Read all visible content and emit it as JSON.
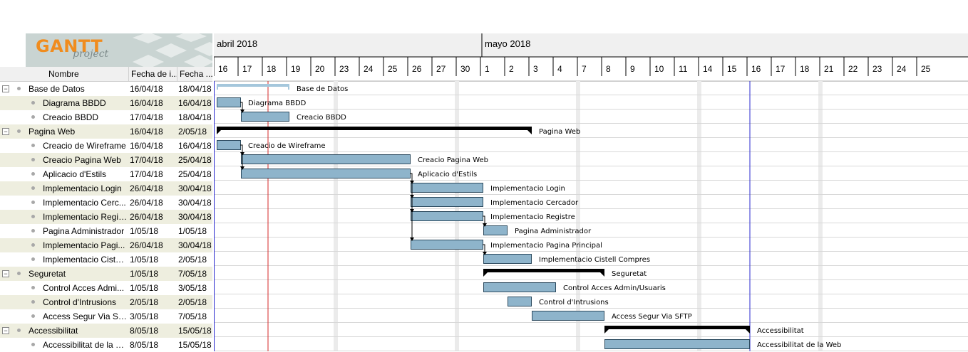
{
  "logo": {
    "text": "GANTT",
    "subtext": "project"
  },
  "columns": {
    "name": "Nombre",
    "start": "Fecha de i...",
    "end": "Fecha ..."
  },
  "timeline": {
    "months": [
      {
        "label": "abril 2018",
        "date": "2018-04-15"
      },
      {
        "label": "mayo 2018",
        "date": "2018-05-01"
      }
    ],
    "day_ticks": [
      {
        "date": "2018-04-16",
        "label": "16"
      },
      {
        "date": "2018-04-17",
        "label": "17"
      },
      {
        "date": "2018-04-18",
        "label": "18"
      },
      {
        "date": "2018-04-19",
        "label": "19"
      },
      {
        "date": "2018-04-20",
        "label": "20"
      },
      {
        "date": "2018-04-23",
        "label": "23"
      },
      {
        "date": "2018-04-24",
        "label": "24"
      },
      {
        "date": "2018-04-25",
        "label": "25"
      },
      {
        "date": "2018-04-26",
        "label": "26"
      },
      {
        "date": "2018-04-27",
        "label": "27"
      },
      {
        "date": "2018-04-30",
        "label": "30"
      },
      {
        "date": "2018-05-01",
        "label": "1"
      },
      {
        "date": "2018-05-02",
        "label": "2"
      },
      {
        "date": "2018-05-03",
        "label": "3"
      },
      {
        "date": "2018-05-04",
        "label": "4"
      },
      {
        "date": "2018-05-07",
        "label": "7"
      },
      {
        "date": "2018-05-08",
        "label": "8"
      },
      {
        "date": "2018-05-09",
        "label": "9"
      },
      {
        "date": "2018-05-10",
        "label": "10"
      },
      {
        "date": "2018-05-11",
        "label": "11"
      },
      {
        "date": "2018-05-14",
        "label": "14"
      },
      {
        "date": "2018-05-15",
        "label": "15"
      },
      {
        "date": "2018-05-16",
        "label": "16"
      },
      {
        "date": "2018-05-17",
        "label": "17"
      },
      {
        "date": "2018-05-18",
        "label": "18"
      },
      {
        "date": "2018-05-21",
        "label": "21"
      },
      {
        "date": "2018-05-22",
        "label": "22"
      },
      {
        "date": "2018-05-23",
        "label": "23"
      },
      {
        "date": "2018-05-24",
        "label": "24"
      },
      {
        "date": "2018-05-25",
        "label": "25"
      }
    ],
    "today": "2018-04-18",
    "project_end": "2018-05-16"
  },
  "tasks": [
    {
      "name": "Base de Datos",
      "start_text": "16/04/18",
      "end_text": "18/04/18",
      "start": "2018-04-16",
      "end": "2018-04-18",
      "summary": true,
      "level": 0,
      "bar_label": "Base de Datos",
      "done": true
    },
    {
      "name": "Diagrama BBDD",
      "start_text": "16/04/18",
      "end_text": "16/04/18",
      "start": "2018-04-16",
      "end": "2018-04-16",
      "summary": false,
      "level": 1,
      "bar_label": "Diagrama BBDD"
    },
    {
      "name": "Creacio BBDD",
      "start_text": "17/04/18",
      "end_text": "18/04/18",
      "start": "2018-04-17",
      "end": "2018-04-18",
      "summary": false,
      "level": 1,
      "bar_label": "Creacio BBDD"
    },
    {
      "name": "Pagina Web",
      "start_text": "16/04/18",
      "end_text": "2/05/18",
      "start": "2018-04-16",
      "end": "2018-05-02",
      "summary": true,
      "level": 0,
      "bar_label": "Pagina Web"
    },
    {
      "name": "Creacio de Wireframe",
      "start_text": "16/04/18",
      "end_text": "16/04/18",
      "start": "2018-04-16",
      "end": "2018-04-16",
      "summary": false,
      "level": 1,
      "bar_label": "Creacio de Wireframe"
    },
    {
      "name": "Creacio Pagina Web",
      "start_text": "17/04/18",
      "end_text": "25/04/18",
      "start": "2018-04-17",
      "end": "2018-04-25",
      "summary": false,
      "level": 1,
      "bar_label": "Creacio Pagina Web"
    },
    {
      "name": "Aplicacio d'Estils",
      "start_text": "17/04/18",
      "end_text": "25/04/18",
      "start": "2018-04-17",
      "end": "2018-04-25",
      "summary": false,
      "level": 1,
      "bar_label": "Aplicacio d'Estils"
    },
    {
      "name": "Implementacio Login",
      "start_text": "26/04/18",
      "end_text": "30/04/18",
      "start": "2018-04-26",
      "end": "2018-04-30",
      "summary": false,
      "level": 1,
      "bar_label": "Implementacio Login"
    },
    {
      "name": "Implementacio Cerc...",
      "start_text": "26/04/18",
      "end_text": "30/04/18",
      "start": "2018-04-26",
      "end": "2018-04-30",
      "summary": false,
      "level": 1,
      "bar_label": "Implementacio Cercador"
    },
    {
      "name": "Implementacio Regis...",
      "start_text": "26/04/18",
      "end_text": "30/04/18",
      "start": "2018-04-26",
      "end": "2018-04-30",
      "summary": false,
      "level": 1,
      "bar_label": "Implementacio Registre"
    },
    {
      "name": "Pagina Administrador",
      "start_text": "1/05/18",
      "end_text": "1/05/18",
      "start": "2018-05-01",
      "end": "2018-05-01",
      "summary": false,
      "level": 1,
      "bar_label": "Pagina Administrador"
    },
    {
      "name": "Implementacio Pagi...",
      "start_text": "26/04/18",
      "end_text": "30/04/18",
      "start": "2018-04-26",
      "end": "2018-04-30",
      "summary": false,
      "level": 1,
      "bar_label": "Implementacio Pagina Principal"
    },
    {
      "name": "Implementacio Cistell...",
      "start_text": "1/05/18",
      "end_text": "2/05/18",
      "start": "2018-05-01",
      "end": "2018-05-02",
      "summary": false,
      "level": 1,
      "bar_label": "Implementacio Cistell Compres"
    },
    {
      "name": "Seguretat",
      "start_text": "1/05/18",
      "end_text": "7/05/18",
      "start": "2018-05-01",
      "end": "2018-05-07",
      "summary": true,
      "level": 0,
      "bar_label": "Seguretat"
    },
    {
      "name": "Control Acces Admi...",
      "start_text": "1/05/18",
      "end_text": "3/05/18",
      "start": "2018-05-01",
      "end": "2018-05-03",
      "summary": false,
      "level": 1,
      "bar_label": "Control Acces Admin/Usuaris"
    },
    {
      "name": "Control d'Intrusions",
      "start_text": "2/05/18",
      "end_text": "2/05/18",
      "start": "2018-05-02",
      "end": "2018-05-02",
      "summary": false,
      "level": 1,
      "bar_label": "Control d'Intrusions"
    },
    {
      "name": "Access Segur Via SFTP",
      "start_text": "3/05/18",
      "end_text": "7/05/18",
      "start": "2018-05-03",
      "end": "2018-05-07",
      "summary": false,
      "level": 1,
      "bar_label": "Access Segur Via SFTP"
    },
    {
      "name": "Accessibilitat",
      "start_text": "8/05/18",
      "end_text": "15/05/18",
      "start": "2018-05-08",
      "end": "2018-05-15",
      "summary": true,
      "level": 0,
      "bar_label": "Accessibilitat"
    },
    {
      "name": "Accessibilitat de la W...",
      "start_text": "8/05/18",
      "end_text": "15/05/18",
      "start": "2018-05-08",
      "end": "2018-05-15",
      "summary": false,
      "level": 1,
      "bar_label": "Accessibilitat de la Web"
    }
  ],
  "dependencies": [
    {
      "from": 1,
      "to": 2
    },
    {
      "from": 4,
      "to": 5
    },
    {
      "from": 4,
      "to": 6
    },
    {
      "from": 6,
      "to": 7
    },
    {
      "from": 6,
      "to": 8
    },
    {
      "from": 6,
      "to": 9
    },
    {
      "from": 6,
      "to": 11
    },
    {
      "from": 9,
      "to": 10
    },
    {
      "from": 11,
      "to": 12
    }
  ],
  "colors": {
    "task_bar": "#8eb4cb",
    "task_border": "#2c4a5e",
    "summary_bar": "#000000",
    "summary_done": "#a5c7dc",
    "weekend": "#ebebeb",
    "today_line": "#d42a2a",
    "end_line": "#2a2acf",
    "row_alt": "#eeeedf",
    "grid_line": "#d8d8d8"
  }
}
